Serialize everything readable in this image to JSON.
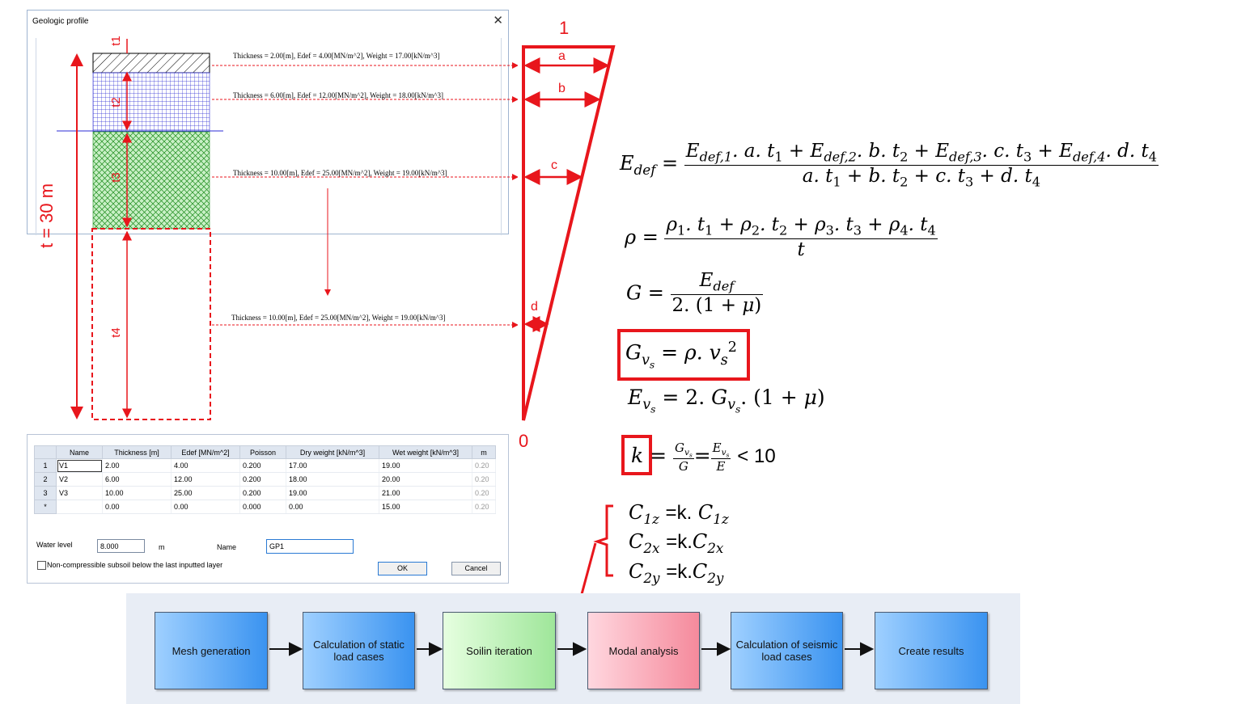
{
  "dialog": {
    "title": "Geologic profile",
    "close_glyph": "✕",
    "layers": [
      {
        "text": "Thickness = 2.00[m], Edef = 4.00[MN/m^2], Weight = 17.00[kN/m^3]"
      },
      {
        "text": "Thickness = 6.00[m], Edef = 12.00[MN/m^2], Weight = 18.00[kN/m^3]"
      },
      {
        "text": "Thickness = 10.00[m], Edef = 25.00[MN/m^2], Weight = 19.00[kN/m^3]"
      },
      {
        "text": "Thickness = 10.00[m], Edef = 25.00[MN/m^2], Weight = 19.00[kN/m^3]"
      }
    ]
  },
  "profile_labels": {
    "t1": "t1",
    "t2": "t2",
    "t3": "t3",
    "t4": "t4",
    "total": "t = 30 m",
    "top": "1",
    "bottom": "0",
    "a": "a",
    "b": "b",
    "c": "c",
    "d": "d"
  },
  "table": {
    "headers": [
      "Name",
      "Thickness  [m]",
      "Edef [MN/m^2]",
      "Poisson",
      "Dry weight [kN/m^3]",
      "Wet weight [kN/m^3]",
      "m"
    ],
    "rows": [
      {
        "id": "1",
        "cells": [
          "V1",
          "2.00",
          "4.00",
          "0.200",
          "17.00",
          "19.00",
          "0.20"
        ]
      },
      {
        "id": "2",
        "cells": [
          "V2",
          "6.00",
          "12.00",
          "0.200",
          "18.00",
          "20.00",
          "0.20"
        ]
      },
      {
        "id": "3",
        "cells": [
          "V3",
          "10.00",
          "25.00",
          "0.200",
          "19.00",
          "21.00",
          "0.20"
        ]
      },
      {
        "id": "*",
        "cells": [
          "",
          "0.00",
          "0.00",
          "0.000",
          "0.00",
          "15.00",
          "0.20"
        ]
      }
    ]
  },
  "form": {
    "water_level_label": "Water level",
    "water_level_value": "8.000",
    "water_level_unit": "m",
    "name_label": "Name",
    "name_value": "GP1",
    "checkbox_label": "Non-compressible subsoil below the last inputted layer",
    "ok": "OK",
    "cancel": "Cancel"
  },
  "formulas": {
    "k_tail": "< 10",
    "c1z": "=k.",
    "c2x": "=k.",
    "c2y": "=k."
  },
  "flow": [
    {
      "label": "Mesh generation",
      "color": "blue"
    },
    {
      "label": "Calculation of static load cases",
      "color": "blue"
    },
    {
      "label": "Soilin iteration",
      "color": "green"
    },
    {
      "label": "Modal analysis",
      "color": "pink"
    },
    {
      "label": "Calculation of seismic load cases",
      "color": "blue"
    },
    {
      "label": "Create results",
      "color": "blue"
    }
  ],
  "colors": {
    "accent": "#e8161c",
    "flow_blue": "#3a93f0",
    "flow_green": "#9fe69a",
    "flow_pink": "#f58a9c"
  }
}
